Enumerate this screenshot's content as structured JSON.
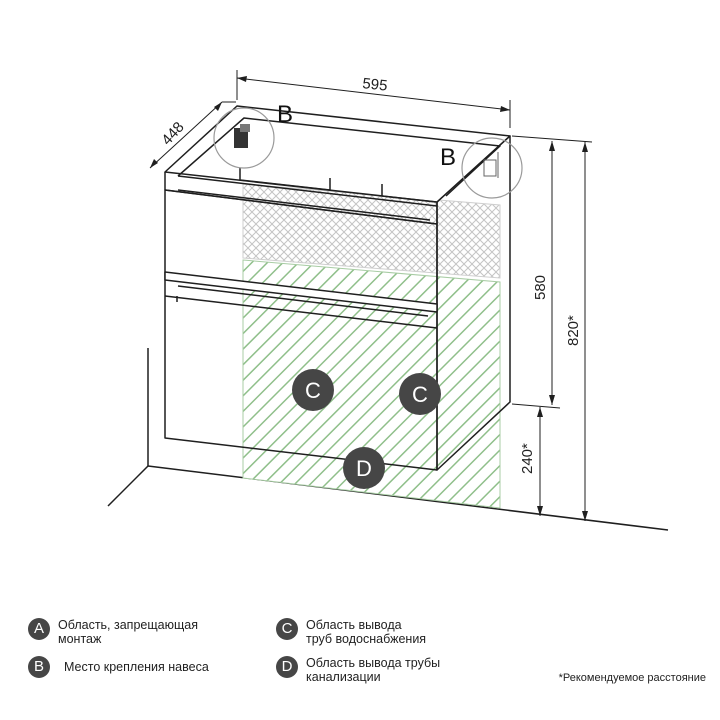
{
  "dimensions": {
    "width": "595",
    "depth": "448",
    "cabinet_height": "580",
    "total_height": "820*",
    "mount_height": "240*"
  },
  "callouts": {
    "b_left": "B",
    "b_right": "B",
    "c_left": "C",
    "c_right": "C",
    "d": "D"
  },
  "legend": {
    "a": {
      "badge": "A",
      "lines": [
        "Область, запрещающая",
        "монтаж"
      ]
    },
    "b": {
      "badge": "B",
      "lines": [
        "Место крепления навеса"
      ]
    },
    "c": {
      "badge": "C",
      "lines": [
        "Область вывода",
        "труб водоснабжения"
      ]
    },
    "d": {
      "badge": "D",
      "lines": [
        "Область вывода трубы",
        "канализации"
      ]
    }
  },
  "footnote": "*Рекомендуемое расстояние",
  "colors": {
    "line": "#1f1f1f",
    "badge": "#464646",
    "hatch_green": "#8fbf8a",
    "crosshatch": "#c9c9c9"
  }
}
